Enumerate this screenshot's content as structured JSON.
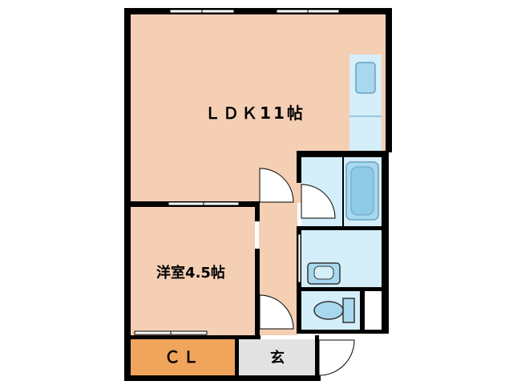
{
  "rooms": {
    "ldk": {
      "label": "ＬＤＫ11帖"
    },
    "western": {
      "label": "洋室4.5帖"
    },
    "closet": {
      "label": "ＣＬ"
    },
    "entrance": {
      "label": "玄"
    }
  },
  "colors": {
    "wall": "#000000",
    "room_fill": "#f4cfb4",
    "closet_fill": "#f0a45c",
    "wet_fill": "#d4eefa",
    "fixture_fill": "#a8d8ee",
    "entrance_fill": "#e2e2e2",
    "window": "#ffffff"
  }
}
